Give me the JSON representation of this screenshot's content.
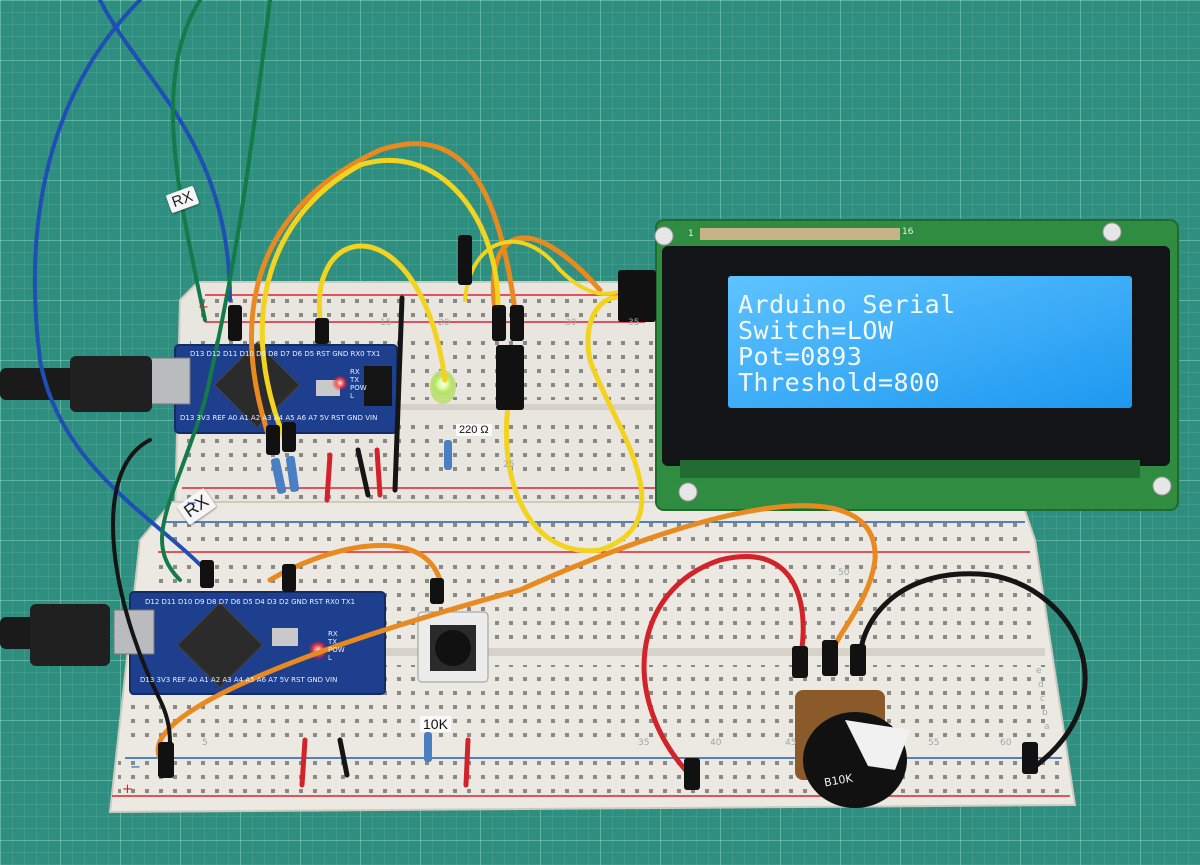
{
  "lcd": {
    "lines": [
      "Arduino Serial",
      "Switch=LOW",
      "Pot=0893",
      "Threshold=800"
    ],
    "header_pin_first": "1",
    "header_pin_last": "16"
  },
  "wire_labels": {
    "top": "RX",
    "bottom": "RX"
  },
  "resistor_labels": {
    "led_resistor": "220 Ω",
    "button_resistor": "10K"
  },
  "potentiometer_marking": "B10K",
  "arduino_top": {
    "pins_top": "D13 D12 D11 D10 D9 D8 D7 D6 D5 RST GND RX0 TX1",
    "pins_bottom": "D13 3V3 REF A0 A1 A2 A3 A4 A5 A6 A7 5V RST GND VIN",
    "leds": [
      "RX",
      "TX",
      "POW",
      "L"
    ]
  },
  "arduino_bottom": {
    "pins_top": "D12 D11 D10 D9 D8 D7 D6 D5 D4 D3 D2 GND RST RX0 TX1",
    "pins_bottom": "D13 3V3 REF A0 A1 A2 A3 A4 A5 A6 A7 5V RST GND VIN",
    "leds": [
      "RX",
      "TX",
      "POW",
      "L"
    ]
  },
  "breadboard_top_numbers": [
    "15",
    "20",
    "25",
    "30",
    "35"
  ],
  "breadboard_bottom_numbers": [
    "5",
    "35",
    "40",
    "45",
    "50",
    "55",
    "60"
  ],
  "breadboard_row_letters": [
    "a",
    "b",
    "c",
    "d",
    "e"
  ],
  "rail_marks": [
    "+",
    "+",
    "−",
    "−"
  ],
  "colors": {
    "mat": "#2e8f80",
    "lcd_screen": "#2ba8ff",
    "lcd_pcb": "#2c8a3e",
    "arduino_pcb": "#1d3f8e",
    "wire_orange": "#e88a1f",
    "wire_yellow": "#f2d320",
    "wire_red": "#d2232a",
    "wire_black": "#151515",
    "wire_blue": "#1f4fb5",
    "wire_green": "#157a4a",
    "led_green": "#c9f26a"
  }
}
